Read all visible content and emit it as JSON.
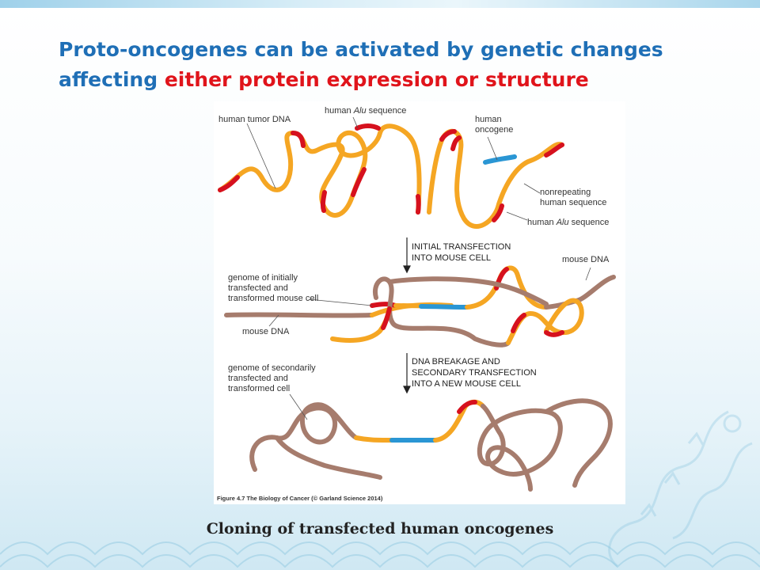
{
  "slide": {
    "title_part1": "Proto-oncogenes can be activated by genetic changes affecting ",
    "title_part2": "either protein expression or structure",
    "caption": "Cloning of transfected human oncogenes"
  },
  "figure": {
    "labels": {
      "human_tumor_dna": "human tumor DNA",
      "human_alu_sequence_top": "human",
      "human_alu_sequence_top_italic": "Alu",
      "human_alu_sequence_top_rest": "sequence",
      "human_oncogene_line1": "human",
      "human_oncogene_line2": "oncogene",
      "nonrepeating_line1": "nonrepeating",
      "nonrepeating_line2": "human sequence",
      "human_alu_bottom": "human",
      "human_alu_bottom_italic": "Alu",
      "human_alu_bottom_rest": "sequence",
      "step1_line1": "INITIAL TRANSFECTION",
      "step1_line2": "INTO MOUSE CELL",
      "mouse_dna_right": "mouse DNA",
      "genome_initial_line1": "genome of initially",
      "genome_initial_line2": "transfected and",
      "genome_initial_line3": "transformed mouse cell",
      "mouse_dna_left": "mouse DNA",
      "step2_line1": "DNA BREAKAGE AND",
      "step2_line2": "SECONDARY TRANSFECTION",
      "step2_line3": "INTO A NEW MOUSE CELL",
      "genome_secondary_line1": "genome of secondarily",
      "genome_secondary_line2": "transfected and",
      "genome_secondary_line3": "transformed cell",
      "credit": "Figure 4.7 The Biology of Cancer (© Garland Science 2014)"
    },
    "colors": {
      "human_dna": "#f5a623",
      "alu": "#d6111e",
      "oncogene": "#2a96d4",
      "mouse_dna": "#a67c6d"
    }
  }
}
